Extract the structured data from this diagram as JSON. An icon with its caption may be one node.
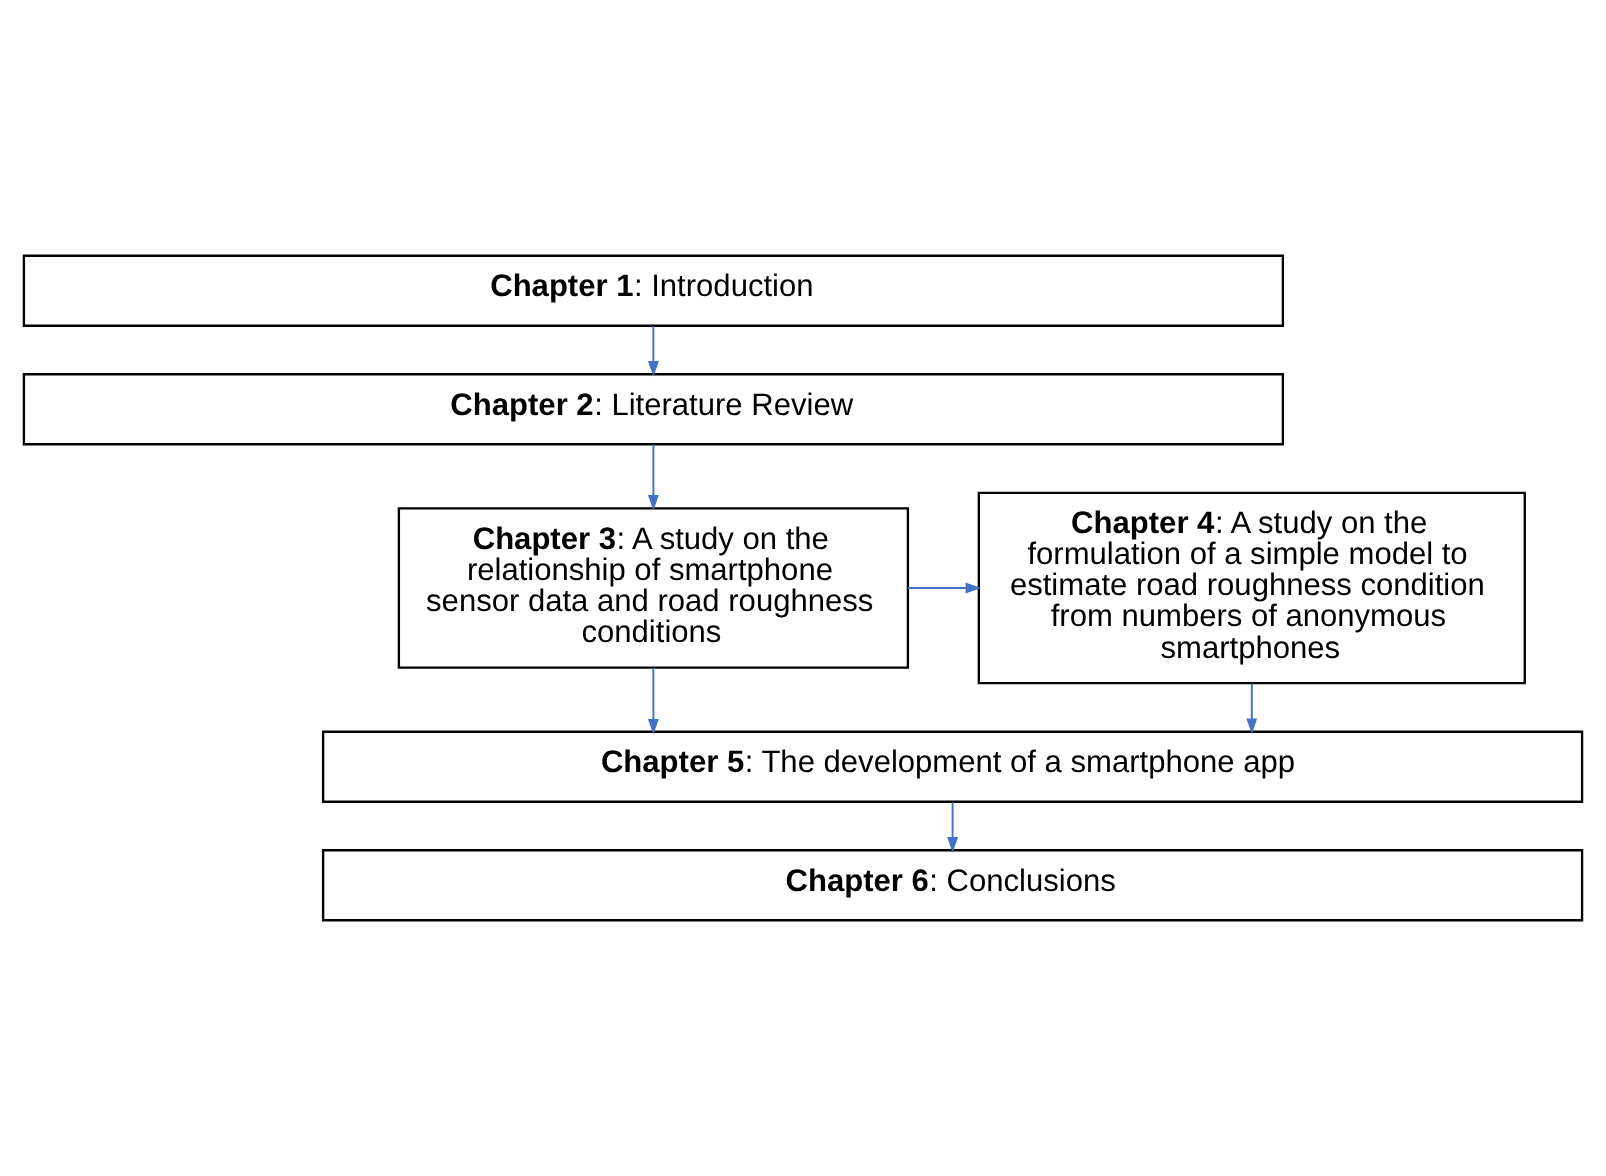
{
  "diagram": {
    "nodes": [
      {
        "text": [
          "**Chapter 1**: Introduction"
        ]
      },
      {
        "text": [
          "**Chapter 2**: Literature Review"
        ]
      },
      {
        "text": [
          "**Chapter 3**: A study on the relationship of smartphone sensor data and road roughness conditions"
        ]
      },
      {
        "text": [
          "**Chapter 4**: A study on the formulation of a simple model to estimate road roughness condition from numbers of anonymous smartphones"
        ]
      },
      {
        "text": [
          "**Chapter 5**: The development of a smartphone app"
        ]
      },
      {
        "text": [
          "**Chapter 6**: Conclusions"
        ]
      }
    ],
    "edges": [
      {
        "from": 0,
        "to": 1,
        "arrow": "to"
      },
      {
        "from": 1,
        "to": 2,
        "arrow": "to"
      },
      {
        "from": 2,
        "to": 3,
        "arrow": "to"
      },
      {
        "from": 2,
        "to": 4,
        "arrow": "to"
      },
      {
        "from": 3,
        "to": 4,
        "arrow": "to"
      },
      {
        "from": 4,
        "to": 5,
        "arrow": "to"
      }
    ]
  }
}
